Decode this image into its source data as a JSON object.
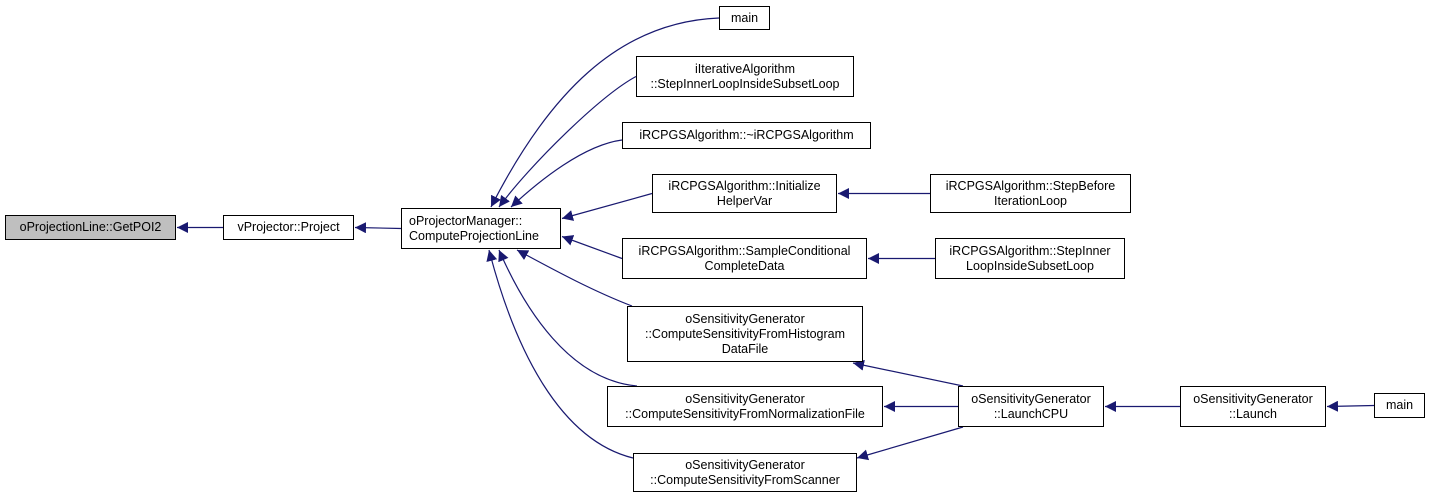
{
  "graph": {
    "edge_color": "#191970",
    "current_fill": "#bfbfbf",
    "nodes": {
      "getpoi2": [
        "oProjectionLine::GetPOI2"
      ],
      "project": [
        "vProjector::Project"
      ],
      "compute_projection_line": [
        "oProjectorManager::",
        "ComputeProjectionLine"
      ],
      "main_top": [
        "main"
      ],
      "step_inner_loop_iterative": [
        "iIterativeAlgorithm",
        "::StepInnerLoopInsideSubsetLoop"
      ],
      "destructor": [
        "iRCPGSAlgorithm::~iRCPGSAlgorithm"
      ],
      "initialize_helper_var": [
        "iRCPGSAlgorithm::Initialize",
        "HelperVar"
      ],
      "sample_conditional": [
        "iRCPGSAlgorithm::SampleConditional",
        "CompleteData"
      ],
      "from_histogram": [
        "oSensitivityGenerator",
        "::ComputeSensitivityFromHistogram",
        "DataFile"
      ],
      "from_normalization": [
        "oSensitivityGenerator",
        "::ComputeSensitivityFromNormalizationFile"
      ],
      "from_scanner": [
        "oSensitivityGenerator",
        "::ComputeSensitivityFromScanner"
      ],
      "step_before_iteration": [
        "iRCPGSAlgorithm::StepBefore",
        "IterationLoop"
      ],
      "step_inner_rcpgs": [
        "iRCPGSAlgorithm::StepInner",
        "LoopInsideSubsetLoop"
      ],
      "launch_cpu": [
        "oSensitivityGenerator",
        "::LaunchCPU"
      ],
      "launch": [
        "oSensitivityGenerator",
        "::Launch"
      ],
      "main_right": [
        "main"
      ]
    },
    "edges": [
      [
        "project",
        "getpoi2"
      ],
      [
        "compute_projection_line",
        "project"
      ],
      [
        "main_top",
        "compute_projection_line"
      ],
      [
        "step_inner_loop_iterative",
        "compute_projection_line"
      ],
      [
        "destructor",
        "compute_projection_line"
      ],
      [
        "initialize_helper_var",
        "compute_projection_line"
      ],
      [
        "sample_conditional",
        "compute_projection_line"
      ],
      [
        "from_histogram",
        "compute_projection_line"
      ],
      [
        "from_normalization",
        "compute_projection_line"
      ],
      [
        "from_scanner",
        "compute_projection_line"
      ],
      [
        "step_before_iteration",
        "initialize_helper_var"
      ],
      [
        "step_inner_rcpgs",
        "sample_conditional"
      ],
      [
        "launch_cpu",
        "from_histogram"
      ],
      [
        "launch_cpu",
        "from_normalization"
      ],
      [
        "launch_cpu",
        "from_scanner"
      ],
      [
        "launch",
        "launch_cpu"
      ],
      [
        "main_right",
        "launch"
      ]
    ]
  }
}
